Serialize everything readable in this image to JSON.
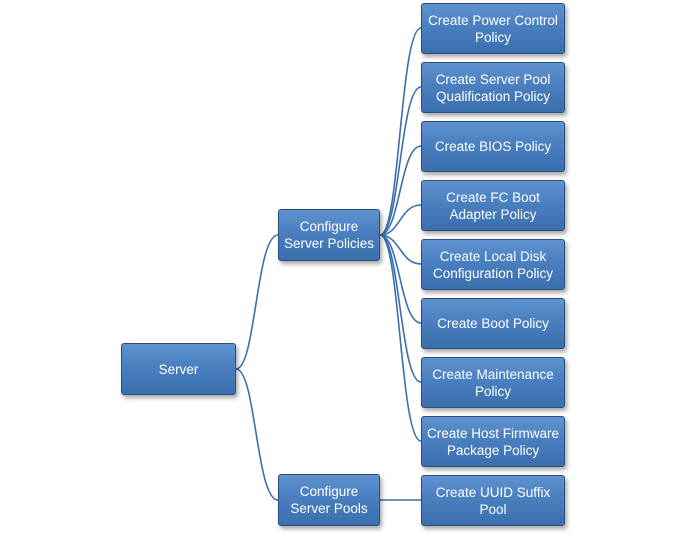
{
  "diagram": {
    "root": {
      "label": "Server"
    },
    "branches": {
      "policies": {
        "label": "Configure Server Policies"
      },
      "pools": {
        "label": "Configure Server Pools"
      }
    },
    "leaves": {
      "power_control": "Create Power Control Policy",
      "server_pool_qual": "Create Server Pool Qualification Policy",
      "bios": "Create BIOS Policy",
      "fc_boot_adapter": "Create FC Boot Adapter Policy",
      "local_disk": "Create Local Disk Configuration Policy",
      "boot": "Create Boot Policy",
      "maintenance": "Create Maintenance Policy",
      "host_firmware": "Create Host Firmware Package Policy",
      "uuid_suffix": "Create UUID Suffix Pool"
    },
    "colors": {
      "node_fill": "#4a7fc0",
      "node_border": "#2c4f7d",
      "connector": "#3b6fae",
      "text": "#ffffff"
    }
  }
}
